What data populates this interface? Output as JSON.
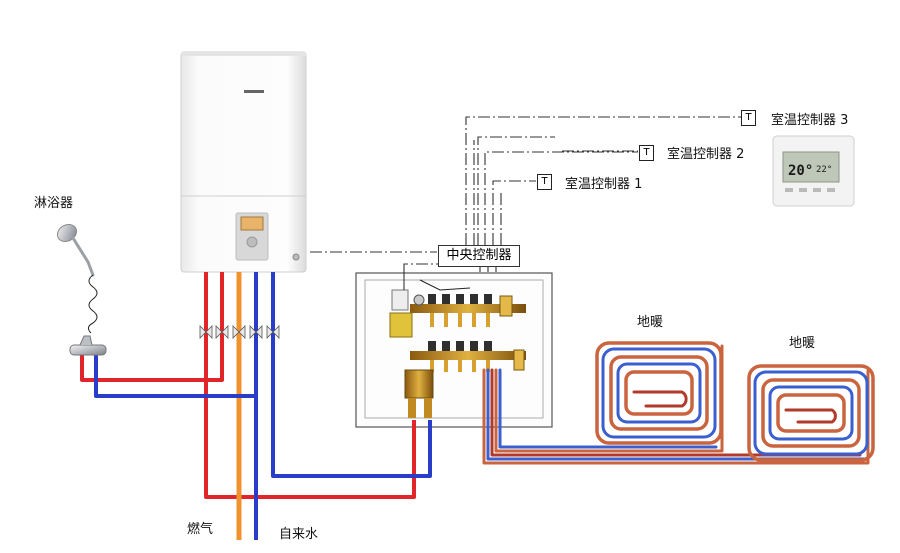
{
  "labels": {
    "shower": "淋浴器",
    "gas": "燃气",
    "tap_water": "自来水",
    "central_controller": "中央控制器",
    "floor_heating_1": "地暖",
    "floor_heating_2": "地暖",
    "thermostat_1": "室温控制器 1",
    "thermostat_2": "室温控制器 2",
    "thermostat_3": "室温控制器 3",
    "t_symbol": "T"
  },
  "thermostat_display": {
    "temp": "20°",
    "setpoint": "22°"
  },
  "colors": {
    "hot_pipe": "#e0262b",
    "cold_pipe": "#2a3dc8",
    "gas_pipe": "#f0922e",
    "floor_pipe_outer": "#c9643e",
    "floor_pipe_inner": "#3a5fd0",
    "control_line": "#333333"
  }
}
